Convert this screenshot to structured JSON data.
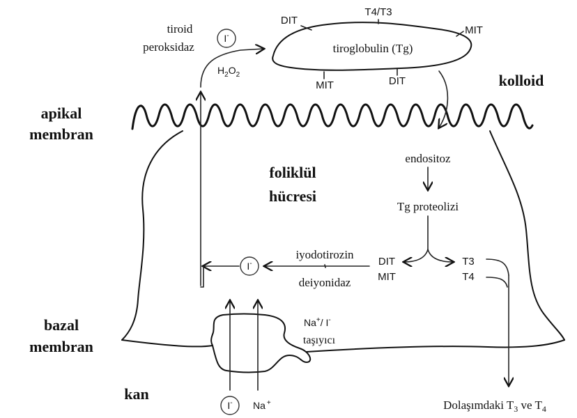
{
  "labels": {
    "tiroid": "tiroid",
    "peroksidaz": "peroksidaz",
    "iodide": "I",
    "iodide_charge": "-",
    "h2o2_h": "H",
    "h2o2_sub1": "2",
    "h2o2_o": "O",
    "h2o2_sub2": "2",
    "tg_name": "tiroglobulin (Tg)",
    "dit_top": "DIT",
    "t4t3": "T4/T3",
    "mit_right": "MIT",
    "mit_bottom": "MIT",
    "dit_bottom": "DIT",
    "kolloid": "kolloid",
    "apikal": "apikal",
    "membran_apikal": "membran",
    "endositoz": "endositoz",
    "folikul": "foliklül",
    "hucresi": "hücresi",
    "tg_proteolizi": "Tg proteolizi",
    "iyodotirozin": "iyodotirozin",
    "deiyonidaz": "deiyonidaz",
    "dit_mid": "DIT",
    "mit_mid": "MIT",
    "t3": "T3",
    "t4": "T4",
    "bazal": "bazal",
    "membran_bazal": "membran",
    "transporter_na": "Na",
    "transporter_plus": "+",
    "transporter_slash_i": "/ I",
    "transporter_minus": "-",
    "tasiyici": "taşıyıcı",
    "kan": "kan",
    "blood_iodide": "I",
    "blood_iodide_charge": "-",
    "blood_na": "Na",
    "blood_na_plus": "+",
    "circ_prefix": "Dolaşımdaki T",
    "circ_sub3": "3",
    "circ_mid": " ve T",
    "circ_sub4": "4"
  }
}
